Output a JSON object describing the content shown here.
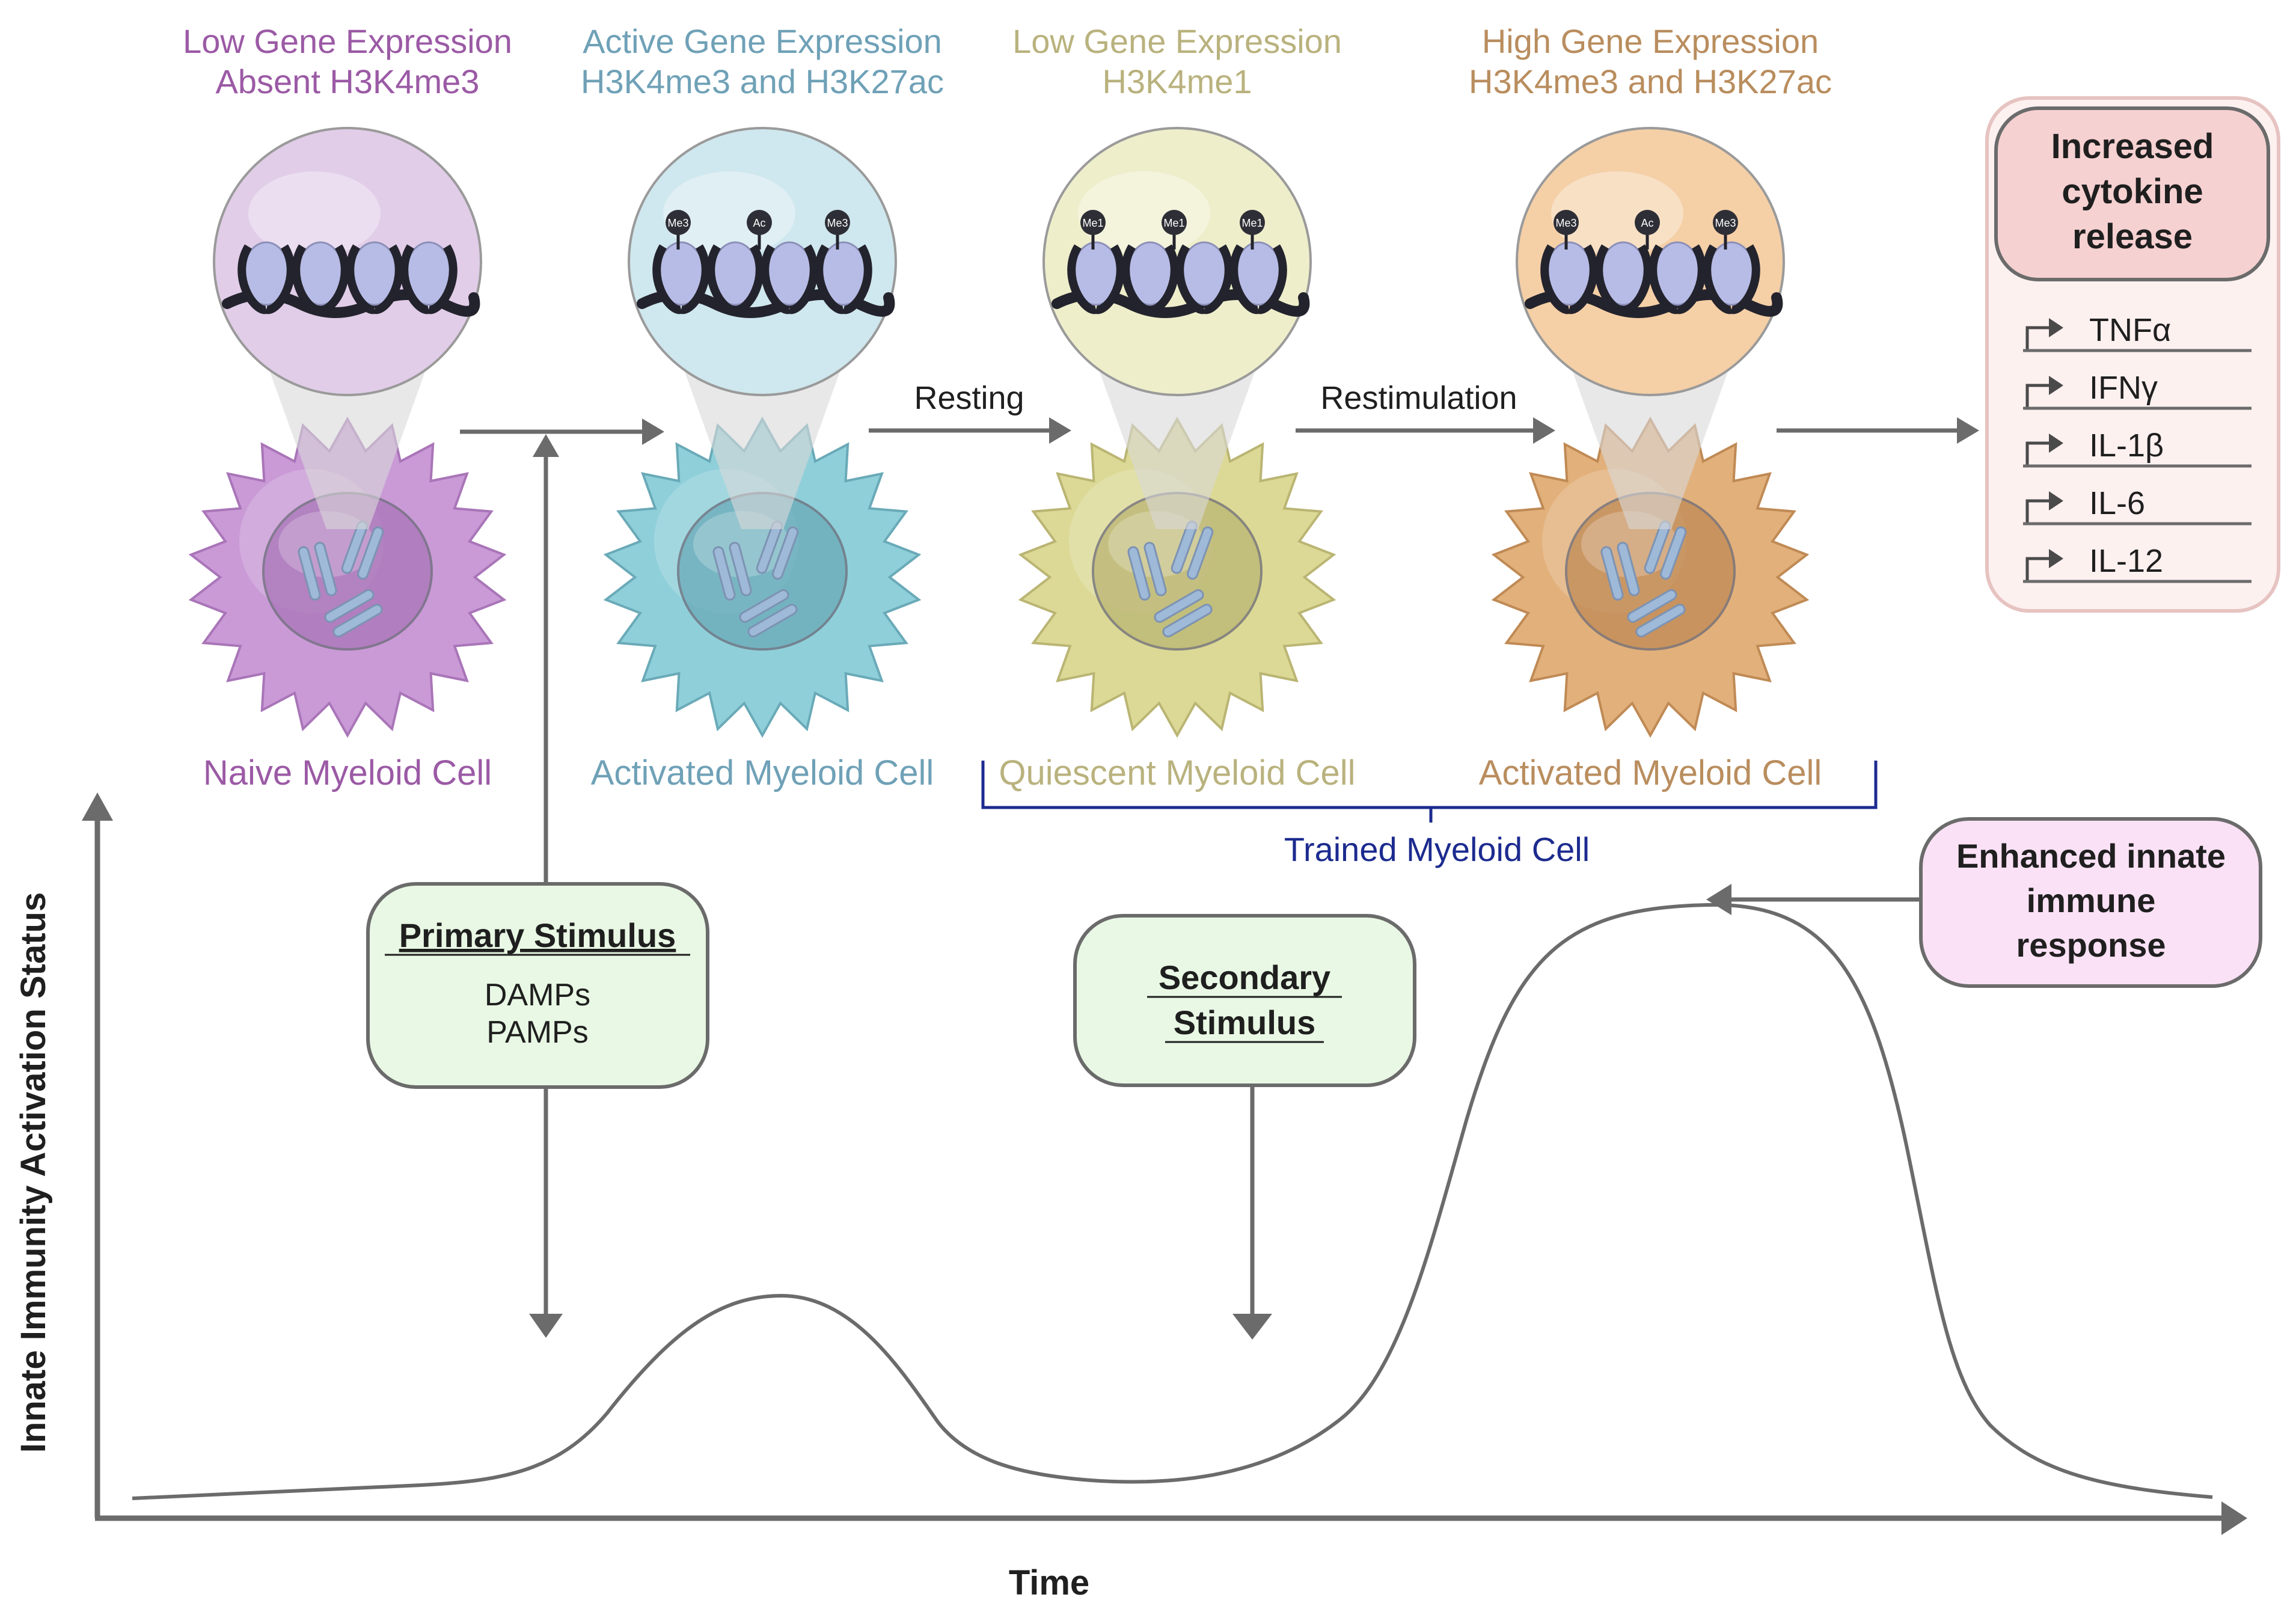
{
  "stages": [
    {
      "id": "naive",
      "expression": "Low Gene Expression",
      "marks": "Absent H3K4me3",
      "cell_label": "Naive Myeloid Cell",
      "color": "#9b5aa5",
      "halo": "#e1cde8",
      "cell_fill": "#c99ad6",
      "cell_dark": "#a975b8",
      "histone_tags": []
    },
    {
      "id": "activated-1",
      "expression": "Active Gene Expression",
      "marks": "H3K4me3 and H3K27ac",
      "cell_label": "Activated Myeloid Cell",
      "color": "#6fa1b7",
      "halo": "#cfe7ee",
      "cell_fill": "#8fcfd9",
      "cell_dark": "#6aaab8",
      "histone_tags": [
        "Me3",
        "Ac",
        "Me3"
      ]
    },
    {
      "id": "quiescent",
      "expression": "Low Gene Expression",
      "marks": "H3K4me1",
      "cell_label": "Quiescent Myeloid Cell",
      "color": "#b9b27e",
      "halo": "#eeeecb",
      "cell_fill": "#dcd996",
      "cell_dark": "#bab573",
      "histone_tags": [
        "Me1",
        "Me1",
        "Me1"
      ]
    },
    {
      "id": "activated-2",
      "expression": "High Gene Expression",
      "marks": "H3K4me3 and H3K27ac",
      "cell_label": "Activated Myeloid Cell",
      "color": "#b98d5e",
      "halo": "#f5cfa6",
      "cell_fill": "#e2b07a",
      "cell_dark": "#c08a55",
      "histone_tags": [
        "Me3",
        "Ac",
        "Me3"
      ]
    }
  ],
  "transitions": [
    {
      "id": "resting",
      "label": "Resting"
    },
    {
      "id": "restimulation",
      "label": "Restimulation"
    }
  ],
  "trained_group": {
    "label": "Trained Myeloid Cell",
    "color": "#1c2b8f"
  },
  "cytokine_panel": {
    "title_lines": [
      "Increased",
      "cytokine",
      "release"
    ],
    "genes": [
      "TNFα",
      "IFNγ",
      "IL-1β",
      "IL-6",
      "IL-12"
    ],
    "title_fill": "#f6d1d1",
    "panel_fill": "#fdf1f0",
    "border": "#e6c3c1"
  },
  "primary_stimulus": {
    "title": "Primary Stimulus",
    "items": [
      "DAMPs",
      "PAMPs"
    ],
    "fill": "#e8f8e4"
  },
  "secondary_stimulus": {
    "title_lines": [
      "Secondary",
      "Stimulus"
    ],
    "fill": "#e8f8e4"
  },
  "response_box": {
    "lines": [
      "Enhanced innate",
      "immune",
      "response"
    ],
    "fill": "#fae1f5"
  },
  "axes": {
    "y_label": "Innate Immunity Activation Status",
    "x_label": "Time"
  },
  "colors": {
    "line": "#6b6b6b",
    "text": "#1f1f1f",
    "dna": "#23232d",
    "nucleosome": "#b7bce6",
    "chromosome": "#9fb9d8"
  }
}
